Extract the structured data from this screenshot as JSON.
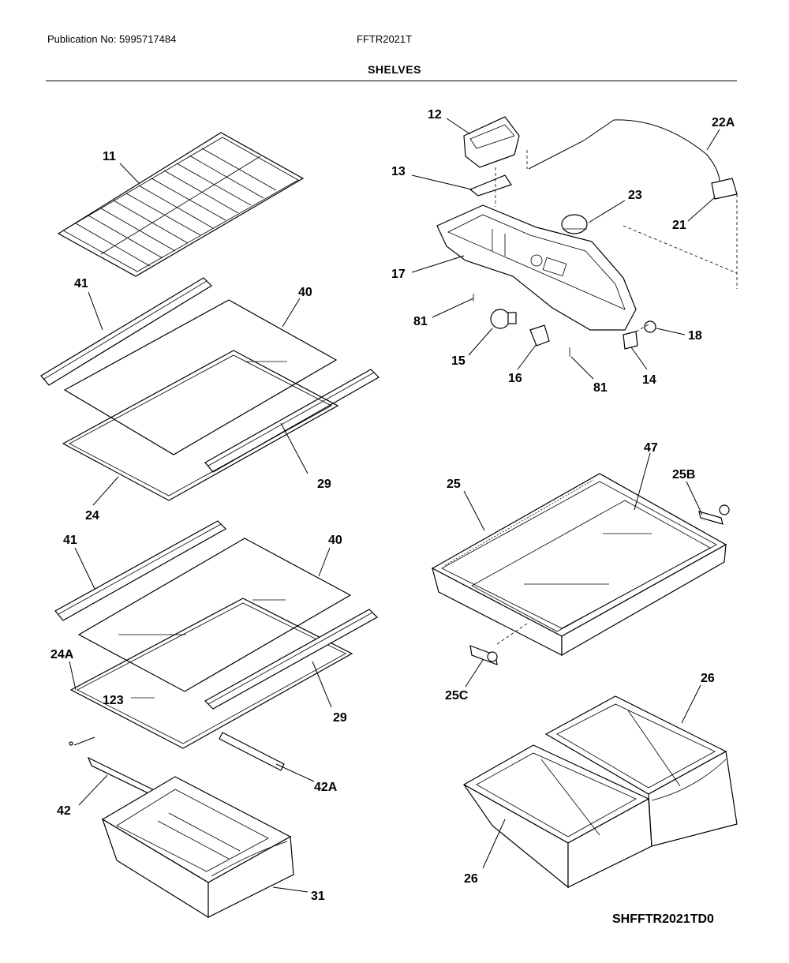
{
  "header": {
    "publication": "Publication No: 5995717484",
    "model": "FFTR2021T",
    "title": "SHELVES"
  },
  "footer": {
    "code": "SHFFTR2021TD0"
  },
  "callouts": [
    "11",
    "41",
    "40",
    "29",
    "24",
    "41",
    "40",
    "24A",
    "123",
    "29",
    "42A",
    "42",
    "31",
    "12",
    "22A",
    "13",
    "23",
    "21",
    "17",
    "81",
    "18",
    "15",
    "16",
    "81",
    "14",
    "47",
    "25",
    "25B",
    "25C",
    "26",
    "26"
  ]
}
